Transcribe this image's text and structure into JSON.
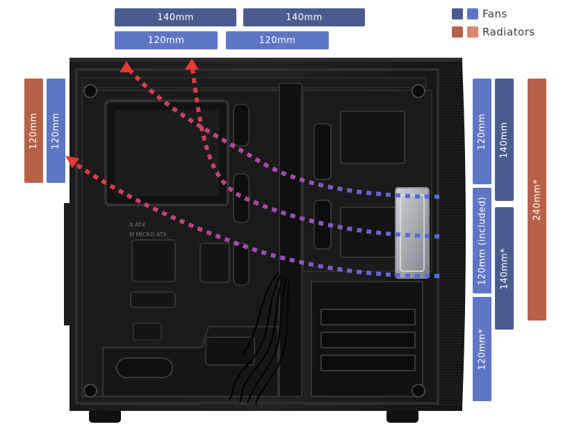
{
  "legend": {
    "fans": "Fans",
    "radiators": "Radiators",
    "colors": {
      "fan_dark": "#4a5b8e",
      "fan_light": "#5e76c4",
      "rad_dark": "#b7614a",
      "rad_light": "#d9886e"
    }
  },
  "top_mounts": {
    "top_140_a": "140mm",
    "top_140_b": "140mm",
    "top_120_a": "120mm",
    "top_120_b": "120mm"
  },
  "rear_mounts": {
    "rear_rad_120": "120mm",
    "rear_fan_120": "120mm"
  },
  "front_mounts": {
    "front_fan_120_top": "120mm",
    "front_fan_120_included": "120mm (included)",
    "front_fan_120_bottom": "120mm*",
    "front_fan_140_top": "140mm",
    "front_fan_140_bottom": "140mm*",
    "front_rad_240": "240mm*"
  },
  "case_markings": {
    "atx": "A  ATX",
    "micro_atx": "M  MICRO ATX"
  },
  "airflow_colors": {
    "exhaust": "#e53935",
    "intake": "#4a6fe0",
    "mix": "#9b4fb8"
  }
}
